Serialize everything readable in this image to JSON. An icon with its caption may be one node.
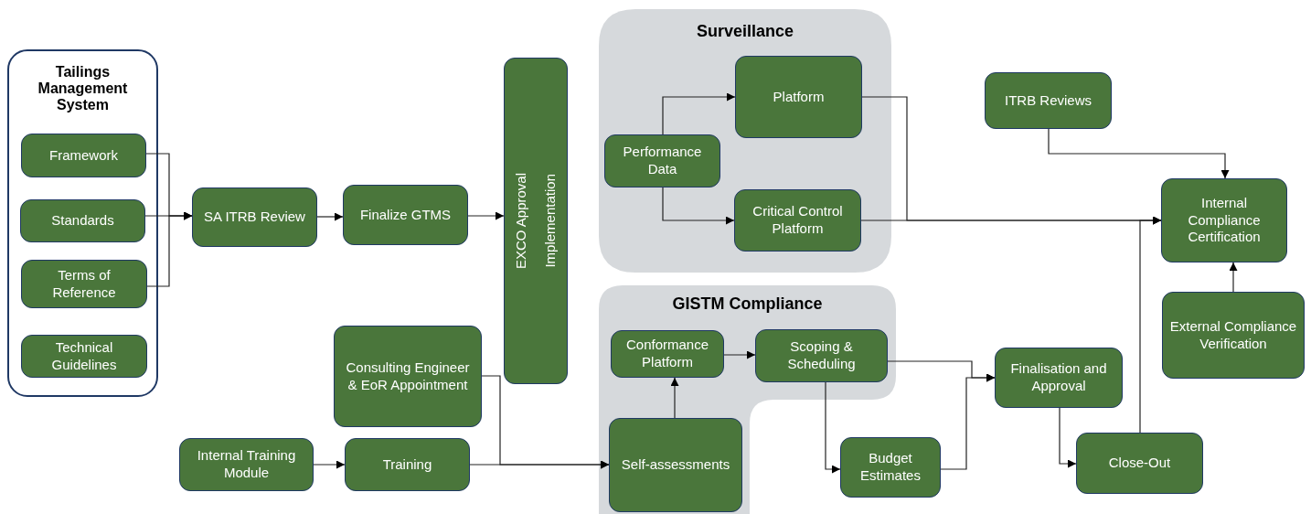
{
  "diagram": {
    "nodes": [
      {
        "text": [
          "Tailings Management System"
        ]
      },
      {
        "text": [
          "Framework"
        ],
        "in": 0
      },
      {
        "text": [
          "Standards"
        ],
        "in": 0
      },
      {
        "text": [
          "Terms of Reference"
        ],
        "in": 0
      },
      {
        "text": [
          "Technical Guidelines"
        ],
        "in": 0
      },
      {
        "text": [
          "SA ITRB Review"
        ]
      },
      {
        "text": [
          "Finalize GTMS"
        ]
      },
      {
        "text": [
          "EXCO Approval",
          "Implementation"
        ]
      },
      {
        "text": [
          "Surveillance"
        ]
      },
      {
        "text": [
          "Performance Data"
        ],
        "in": 8
      },
      {
        "text": [
          "Platform"
        ],
        "in": 8
      },
      {
        "text": [
          "Critical Control Platform"
        ],
        "in": 8
      },
      {
        "text": [
          "ITRB Reviews"
        ]
      },
      {
        "text": [
          "Internal Compliance Certification"
        ]
      },
      {
        "text": [
          "GISTM Compliance"
        ]
      },
      {
        "text": [
          "Consulting Engineer & EoR Appointment"
        ]
      },
      {
        "text": [
          "Conformance Platform"
        ],
        "in": 14
      },
      {
        "text": [
          "Scoping & Scheduling"
        ],
        "in": 14
      },
      {
        "text": [
          "External Compliance Verification"
        ]
      },
      {
        "text": [
          "Internal Training Module"
        ]
      },
      {
        "text": [
          "Training"
        ]
      },
      {
        "text": [
          "Self-assessments"
        ],
        "in": 14
      },
      {
        "text": [
          "Finalisation and Approval"
        ]
      },
      {
        "text": [
          "Budget Estimates"
        ]
      },
      {
        "text": [
          "Close-Out"
        ]
      }
    ],
    "edges": [
      {
        "from": 1,
        "to": 5,
        "arrow": "to"
      },
      {
        "from": 2,
        "to": 5,
        "arrow": "to"
      },
      {
        "from": 3,
        "to": 5,
        "arrow": "to"
      },
      {
        "from": 5,
        "to": 6,
        "arrow": "to"
      },
      {
        "from": 6,
        "to": 7,
        "arrow": "to"
      },
      {
        "from": 9,
        "to": 10,
        "arrow": "to"
      },
      {
        "from": 9,
        "to": 11,
        "arrow": "to"
      },
      {
        "from": 10,
        "to": 13,
        "arrow": "to"
      },
      {
        "from": 11,
        "to": 13,
        "arrow": "to"
      },
      {
        "from": 12,
        "to": 13,
        "arrow": "to"
      },
      {
        "from": 18,
        "to": 13,
        "arrow": "to"
      },
      {
        "from": 24,
        "to": 13,
        "arrow": "to"
      },
      {
        "from": 19,
        "to": 20,
        "arrow": "to"
      },
      {
        "from": 20,
        "to": 21,
        "arrow": "to"
      },
      {
        "from": 15,
        "to": 21,
        "arrow": "to"
      },
      {
        "from": 21,
        "to": 16,
        "arrow": "to"
      },
      {
        "from": 16,
        "to": 17,
        "arrow": "to"
      },
      {
        "from": 17,
        "to": 22,
        "arrow": "to"
      },
      {
        "from": 17,
        "to": 23,
        "arrow": "to"
      },
      {
        "from": 23,
        "to": 22,
        "arrow": "to"
      },
      {
        "from": 22,
        "to": 24,
        "arrow": "to"
      }
    ]
  }
}
